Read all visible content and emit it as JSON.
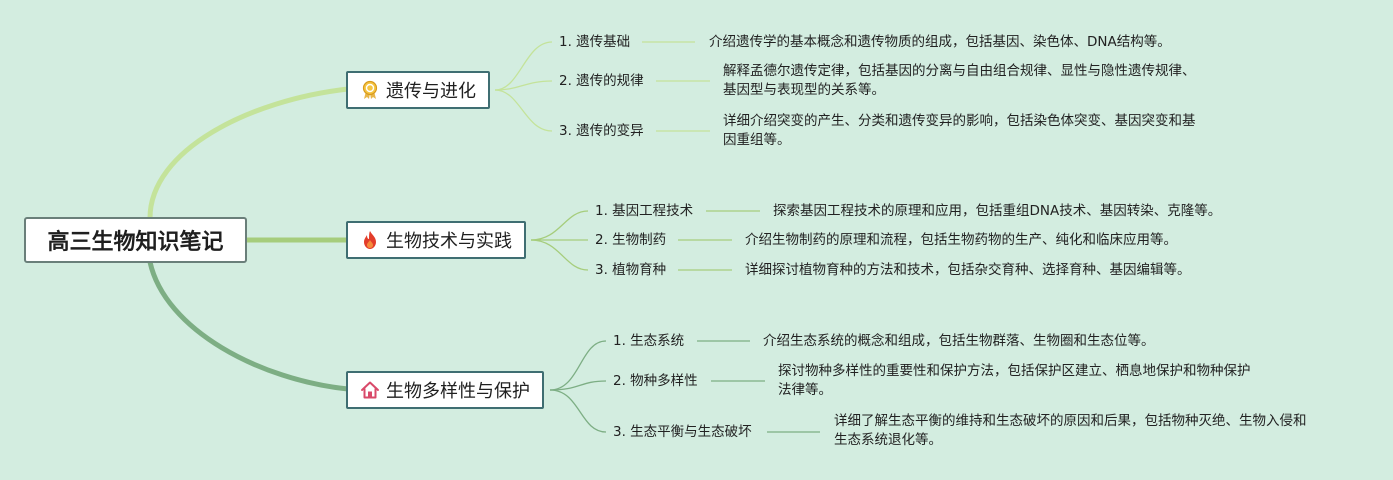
{
  "root": {
    "title": "高三生物知识笔记"
  },
  "branches": [
    {
      "title": "遗传与进化",
      "icon": "award-ribbon-icon",
      "color": "#c4e39a",
      "children": [
        {
          "label": "1. 遗传基础",
          "desc": "介绍遗传学的基本概念和遗传物质的组成，包括基因、染色体、DNA结构等。"
        },
        {
          "label": "2. 遗传的规律",
          "desc": "解释孟德尔遗传定律，包括基因的分离与自由组合规律、显性与隐性遗传规律、\n基因型与表现型的关系等。"
        },
        {
          "label": "3. 遗传的变异",
          "desc": "详细介绍突变的产生、分类和遗传变异的影响，包括染色体突变、基因突变和基\n因重组等。"
        }
      ]
    },
    {
      "title": "生物技术与实践",
      "icon": "fire-icon",
      "color": "#a6cd7c",
      "children": [
        {
          "label": "1. 基因工程技术",
          "desc": "探索基因工程技术的原理和应用，包括重组DNA技术、基因转染、克隆等。"
        },
        {
          "label": "2. 生物制药",
          "desc": "介绍生物制药的原理和流程，包括生物药物的生产、纯化和临床应用等。"
        },
        {
          "label": "3. 植物育种",
          "desc": "详细探讨植物育种的方法和技术，包括杂交育种、选择育种、基因编辑等。"
        }
      ]
    },
    {
      "title": "生物多样性与保护",
      "icon": "home-icon",
      "color": "#7dae84",
      "children": [
        {
          "label": "1. 生态系统",
          "desc": "介绍生态系统的概念和组成，包括生物群落、生物圈和生态位等。"
        },
        {
          "label": "2. 物种多样性",
          "desc": "探讨物种多样性的重要性和保护方法，包括保护区建立、栖息地保护和物种保护\n法律等。"
        },
        {
          "label": "3. 生态平衡与生态破坏",
          "desc": "详细了解生态平衡的维持和生态破坏的原因和后果，包括物种灭绝、生物入侵和\n生态系统退化等。"
        }
      ]
    }
  ]
}
